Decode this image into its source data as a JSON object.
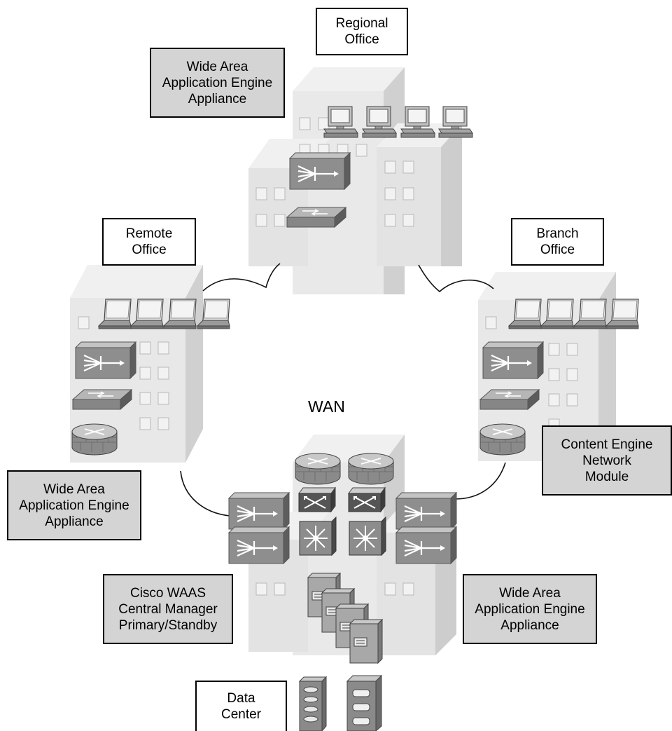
{
  "labels": {
    "regional_office": "Regional\nOffice",
    "remote_office": "Remote\nOffice",
    "branch_office": "Branch\nOffice",
    "data_center": "Data\nCenter",
    "waas_top_left": "Wide Area\nApplication Engine\nAppliance",
    "waas_left": "Wide Area\nApplication Engine\nAppliance",
    "waas_bottom_right": "Wide Area\nApplication Engine\nAppliance",
    "content_engine": "Content Engine\nNetwork\nModule",
    "central_manager": "Cisco WAAS\nCentral Manager\nPrimary/Standby",
    "wan": "WAN"
  },
  "colors": {
    "callout_fill": "#d4d4d4",
    "building_front": "#e8e8e8",
    "building_side": "#d2d2d2",
    "device_fill": "#8a8a8a",
    "outline": "#000000"
  },
  "icons": {
    "wae": "wide-area-application-engine-icon",
    "switch": "workgroup-switch-icon",
    "router": "firewall-router-icon",
    "desktop": "desktop-pc-icon",
    "laptop": "laptop-icon",
    "multilayer_switch": "multilayer-switch-icon",
    "content_switch": "content-switch-icon",
    "file_server": "file-server-icon",
    "storage": "storage-array-icon"
  }
}
